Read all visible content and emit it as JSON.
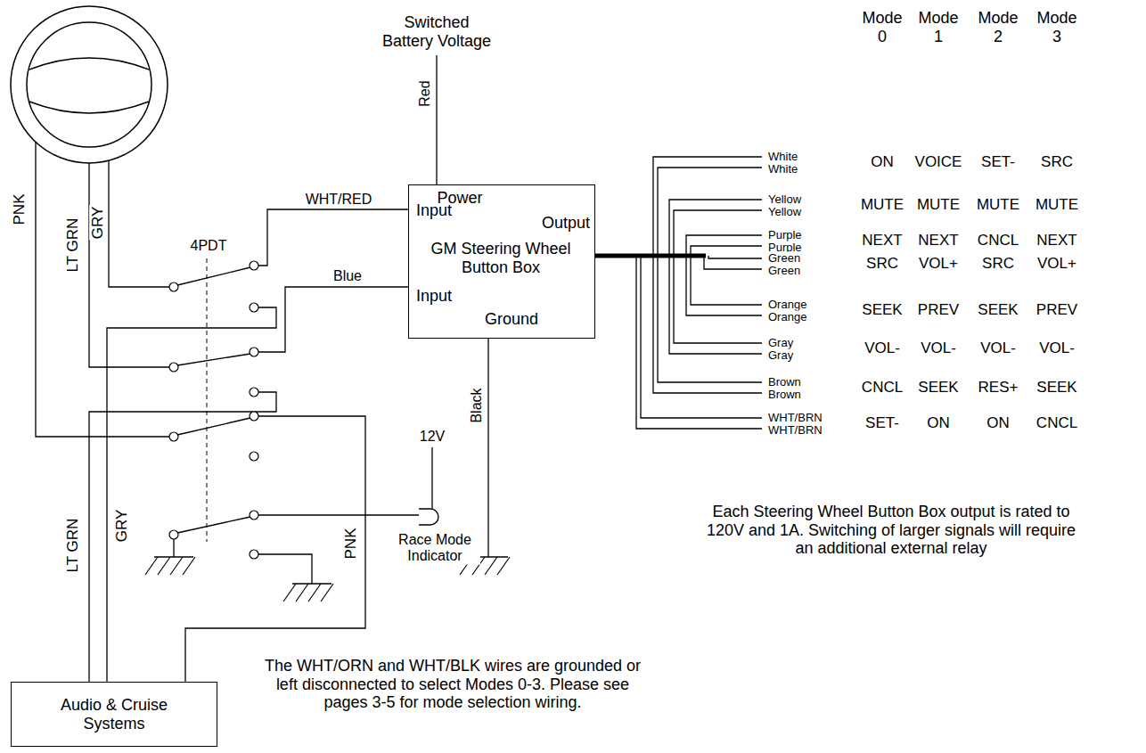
{
  "diagram": {
    "nodes": [
      {
        "text": [
          "Power",
          "Input",
          "Output",
          "GM Steering Wheel Button Box",
          "Input",
          "Ground"
        ]
      },
      {
        "text": [
          "Audio & Cruise Systems"
        ]
      }
    ],
    "labels": [
      "Mode 0",
      "Mode 1",
      "Mode 2",
      "Mode 3",
      "Switched Battery Voltage",
      "Red",
      "PNK",
      "LT GRN",
      "GRY",
      "WHT/RED",
      "4PDT",
      "Blue",
      "12V",
      "Black",
      "LT GRN",
      "GRY",
      "PNK",
      "Race Mode Indicator",
      "The WHT/ORN and WHT/BLK wires are grounded or left disconnected to select Modes 0-3. Please see pages 3-5 for mode selection wiring.",
      "Each Steering Wheel Button Box output is rated to 120V and 1A. Switching of larger signals will require an additional external relay",
      "White",
      "White",
      "ON",
      "VOICE",
      "SET-",
      "SRC",
      "Yellow",
      "Yellow",
      "MUTE",
      "MUTE",
      "MUTE",
      "MUTE",
      "Purple",
      "Purple",
      "NEXT",
      "NEXT",
      "CNCL",
      "NEXT",
      "Green",
      "Green",
      "SRC",
      "VOL+",
      "SRC",
      "VOL+",
      "Orange",
      "Orange",
      "SEEK",
      "PREV",
      "SEEK",
      "PREV",
      "Gray",
      "Gray",
      "VOL-",
      "VOL-",
      "VOL-",
      "VOL-",
      "Brown",
      "Brown",
      "CNCL",
      "SEEK",
      "RES+",
      "SEEK",
      "WHT/BRN",
      "WHT/BRN",
      "SET-",
      "ON",
      "ON",
      "CNCL"
    ]
  }
}
